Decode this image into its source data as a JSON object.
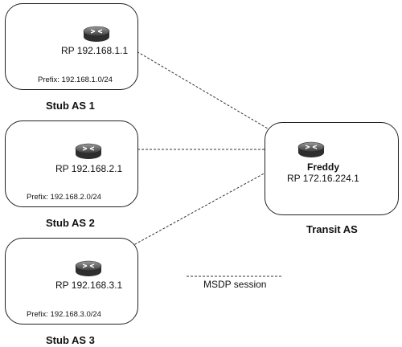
{
  "stubs": [
    {
      "rp": "RP 192.168.1.1",
      "prefix": "Prefix: 192.168.1.0/24",
      "label": "Stub AS 1"
    },
    {
      "rp": "RP 192.168.2.1",
      "prefix": "Prefix: 192.168.2.0/24",
      "label": "Stub AS 2"
    },
    {
      "rp": "RP 192.168.3.1",
      "prefix": "Prefix: 192.168.3.0/24",
      "label": "Stub AS 3"
    }
  ],
  "transit": {
    "name": "Freddy",
    "rp": "RP 172.16.224.1",
    "label": "Transit AS"
  },
  "legend": {
    "msdp_label": "MSDP session"
  },
  "icons": {
    "router": "router-icon"
  }
}
